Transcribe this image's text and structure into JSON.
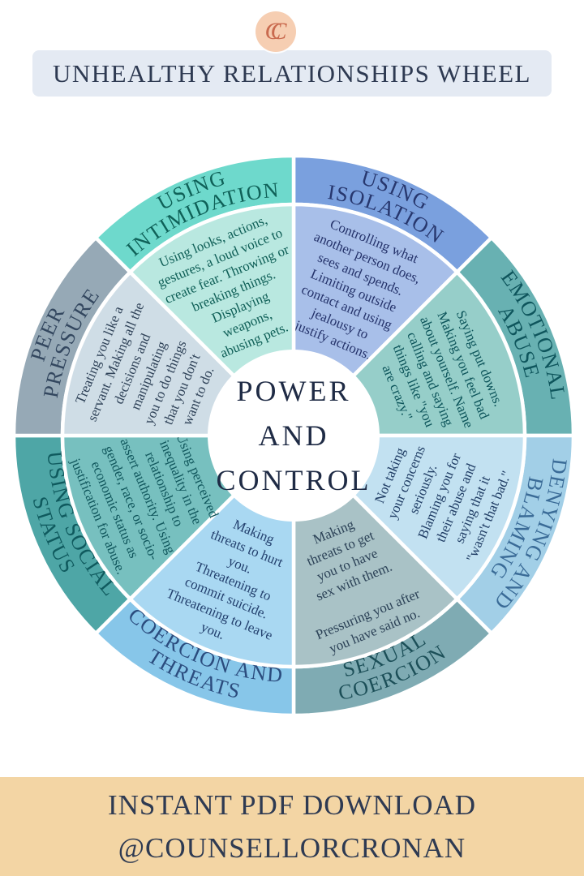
{
  "logo": {
    "monogram": "CC",
    "bg": "#f6ceb2",
    "fg": "#c96a4e"
  },
  "header": {
    "title": "UNHEALTHY RELATIONSHIPS WHEEL",
    "bg": "#e4eaf3",
    "text_color": "#2e3a52"
  },
  "wheel": {
    "center_lines": [
      "POWER",
      "AND",
      "CONTROL"
    ],
    "center_color": "#1f2b45",
    "center_bg": "#ffffff",
    "segments": [
      {
        "id": "using-isolation",
        "label_lines": [
          "USING",
          "ISOLATION"
        ],
        "body_lines": [
          "Controlling what",
          "another person does,",
          "sees and spends.",
          "Limiting outside",
          "contact and using",
          "jealousy to",
          "justify actions."
        ],
        "outer_color": "#7aa0de",
        "inner_color": "#a8bfe9",
        "label_color": "#27376e",
        "body_color": "#25336b",
        "start": 0,
        "end": 45,
        "reversed": false
      },
      {
        "id": "emotional-abuse",
        "label_lines": [
          "EMOTIONAL",
          "ABUSE"
        ],
        "body_lines": [
          "Saying put downs.",
          "Making you feel bad",
          "about yourself. Name",
          "calling and saying",
          "things like \"you",
          "are crazy.\""
        ],
        "outer_color": "#68b1b2",
        "inner_color": "#96cec9",
        "label_color": "#0e555c",
        "body_color": "#0c545a",
        "start": 45,
        "end": 90,
        "reversed": false
      },
      {
        "id": "denying-and-blaming",
        "label_lines": [
          "DENYING AND",
          "BLAMING"
        ],
        "body_lines": [
          "Not taking",
          "your concerns",
          "seriously.",
          "Blaming you for",
          "their abuse and",
          "saying that it",
          "\"wasn't that bad.\""
        ],
        "outer_color": "#a2cfe7",
        "inner_color": "#c2e1f1",
        "label_color": "#3a6b97",
        "body_color": "#1f3c64",
        "start": 90,
        "end": 135,
        "reversed": false
      },
      {
        "id": "sexual-coercion",
        "label_lines": [
          "SEXUAL",
          "COERCION"
        ],
        "body_lines": [
          "Making",
          "threats to get",
          "you to have",
          "sex with them.",
          "",
          "Pressuring you after",
          "you have said no."
        ],
        "outer_color": "#7fabb3",
        "inner_color": "#a9c2c6",
        "label_color": "#1c4f58",
        "body_color": "#2c4257",
        "start": 135,
        "end": 180,
        "reversed": true
      },
      {
        "id": "coercion-and-threats",
        "label_lines": [
          "COERCION AND",
          "THREATS"
        ],
        "body_lines": [
          "Making",
          "threats to hurt",
          "you.",
          "Threatening to",
          "commit suicide.",
          "Threatening to leave",
          "you."
        ],
        "outer_color": "#87c6e9",
        "inner_color": "#a9d8f2",
        "label_color": "#2b4c7e",
        "body_color": "#23406e",
        "start": 180,
        "end": 225,
        "reversed": true
      },
      {
        "id": "using-social-status",
        "label_lines": [
          "USING SOCIAL",
          "STATUS"
        ],
        "body_lines": [
          "Using perceived",
          "inequality in the",
          "relationship to",
          "assert authority. Using",
          "gender, race, or socio-",
          "economic status as",
          "justification for abuse."
        ],
        "outer_color": "#4ea6a6",
        "inner_color": "#77c0bf",
        "label_color": "#0f5a5e",
        "body_color": "#10565c",
        "start": 225,
        "end": 270,
        "reversed": true
      },
      {
        "id": "peer-pressure",
        "label_lines": [
          "PEER",
          "PRESSURE"
        ],
        "body_lines": [
          "Treating you like a",
          "servant. Making all the",
          "decisions and",
          "manipulating",
          "you to do things",
          "that you don't",
          "want to do."
        ],
        "outer_color": "#96a9b6",
        "inner_color": "#cfdde6",
        "label_color": "#33475f",
        "body_color": "#2f4258",
        "start": 270,
        "end": 315,
        "reversed": false
      },
      {
        "id": "using-intimidation",
        "label_lines": [
          "USING",
          "INTIMIDATION"
        ],
        "body_lines": [
          "Using looks, actions,",
          "gestures, a loud voice to",
          "create fear. Throwing or",
          "breaking things.",
          "Displaying",
          "weapons,",
          "abusing pets."
        ],
        "outer_color": "#6ed9cc",
        "inner_color": "#b9e8e0",
        "label_color": "#0f6158",
        "body_color": "#0f5f57",
        "start": 315,
        "end": 360,
        "reversed": false
      }
    ]
  },
  "footer": {
    "line1": "INSTANT PDF DOWNLOAD",
    "line2": "@COUNSELLORCRONAN",
    "bg": "#f3d5a4",
    "text_color": "#2e3a52"
  }
}
